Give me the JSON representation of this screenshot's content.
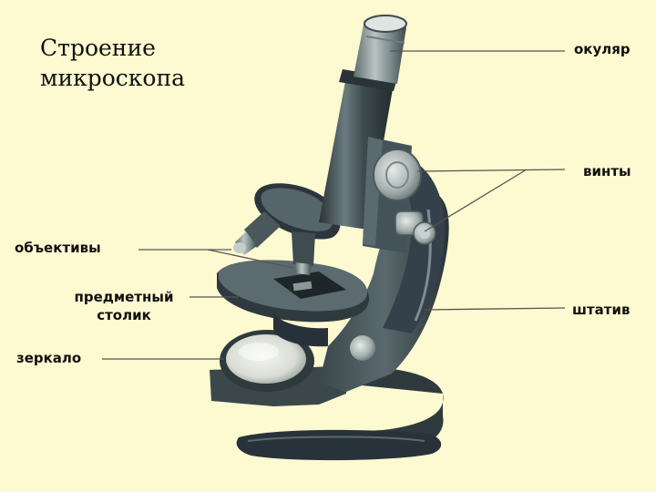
{
  "title_lines": [
    "Строение",
    "микроскопа"
  ],
  "labels": {
    "eyepiece": "окуляр",
    "screws": "винты",
    "objectives": "объективы",
    "stage_line1": "предметный",
    "stage_line2": "столик",
    "stand": "штатив",
    "mirror": "зеркало"
  },
  "colors": {
    "background": "#fdf9d0",
    "metal_dark": "#2f3a3e",
    "metal_mid": "#4b5a5e",
    "metal_light": "#9aa6a6",
    "leader_line": "#555555"
  }
}
